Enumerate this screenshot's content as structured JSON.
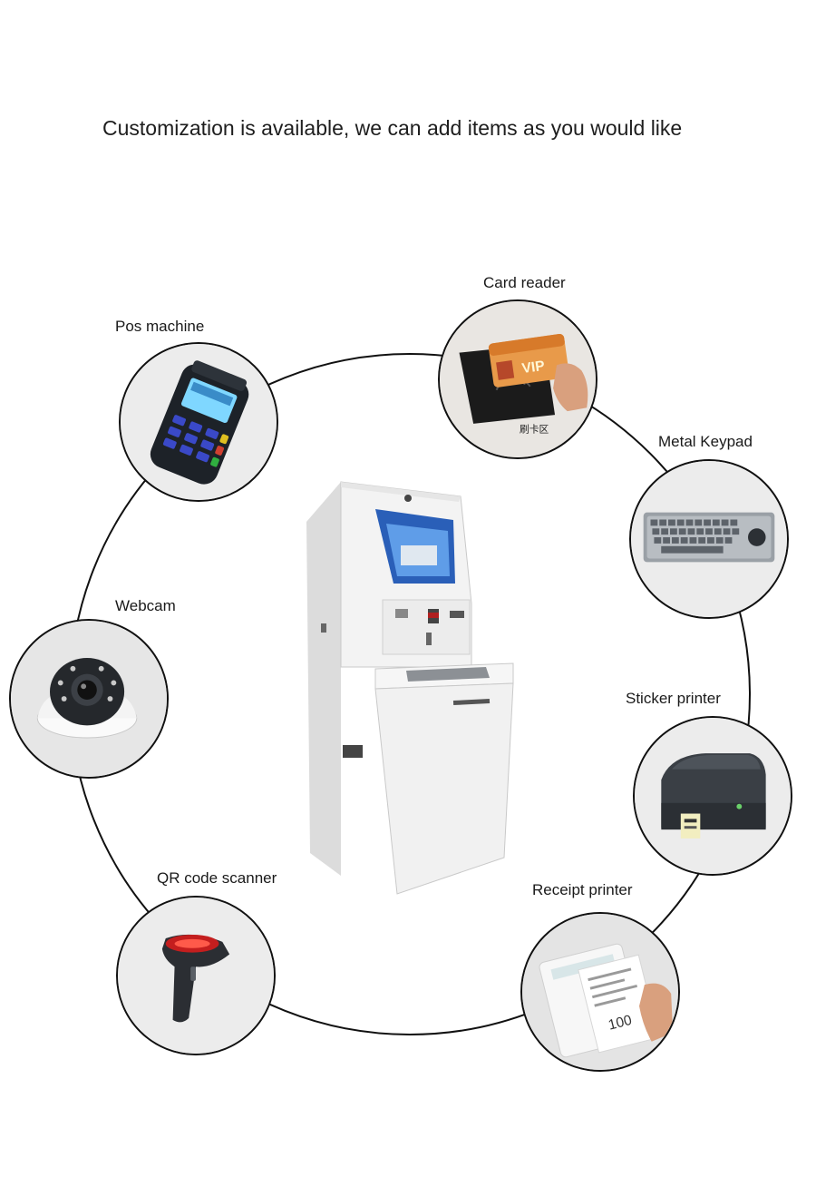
{
  "headline": "Customization is available, we can add items as you would like",
  "items": [
    {
      "id": "card-reader",
      "label": "Card reader",
      "icon": "card-reader-icon"
    },
    {
      "id": "pos-machine",
      "label": "Pos machine",
      "icon": "pos-machine-icon"
    },
    {
      "id": "metal-keypad",
      "label": "Metal Keypad",
      "icon": "metal-keypad-icon"
    },
    {
      "id": "webcam",
      "label": "Webcam",
      "icon": "webcam-icon"
    },
    {
      "id": "sticker-printer",
      "label": "Sticker printer",
      "icon": "sticker-printer-icon"
    },
    {
      "id": "qr-code-scanner",
      "label": "QR code scanner",
      "icon": "qr-scanner-icon"
    },
    {
      "id": "receipt-printer",
      "label": "Receipt printer",
      "icon": "receipt-printer-icon"
    }
  ],
  "center": {
    "icon": "kiosk-icon"
  },
  "card_text": {
    "badge": "VIP",
    "zone": "刷卡区"
  },
  "receipt_text": {
    "stamp": "100"
  }
}
